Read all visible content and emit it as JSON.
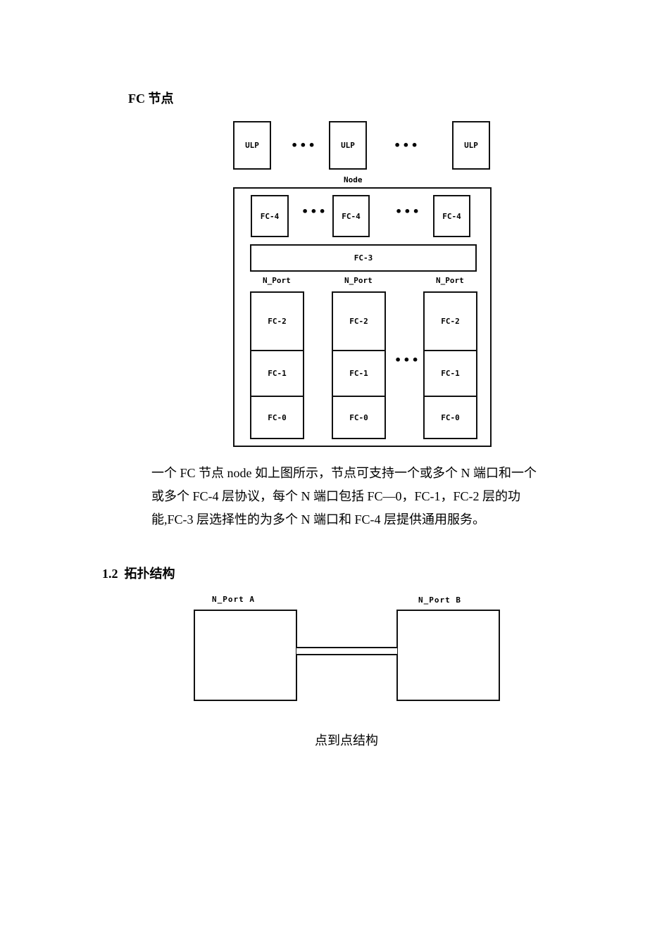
{
  "section_fc_node": {
    "heading": "FC 节点",
    "diagram": {
      "ulp_boxes": [
        "ULP",
        "ULP",
        "ULP"
      ],
      "ellipsis": "•••",
      "node_label": "Node",
      "fc4_boxes": [
        "FC-4",
        "FC-4",
        "FC-4"
      ],
      "fc3_label": "FC-3",
      "n_port_labels": [
        "N_Port",
        "N_Port",
        "N_Port"
      ],
      "port_stacks": [
        {
          "fc2": "FC-2",
          "fc1": "FC-1",
          "fc0": "FC-0"
        },
        {
          "fc2": "FC-2",
          "fc1": "FC-1",
          "fc0": "FC-0"
        },
        {
          "fc2": "FC-2",
          "fc1": "FC-1",
          "fc0": "FC-0"
        }
      ]
    },
    "paragraph_lines": [
      "一个 FC 节点 node 如上图所示，节点可支持一个或多个 N 端口和一个",
      "或多个 FC-4 层协议，每个 N 端口包括 FC—0，FC-1，FC-2 层的功",
      "能,FC-3 层选择性的为多个 N 端口和 FC-4 层提供通用服务。"
    ]
  },
  "section_topology": {
    "heading": "1.2  拓扑结构",
    "diagram": {
      "port_a_label": "N_Port A",
      "port_b_label": "N_Port B"
    },
    "caption": "点到点结构"
  }
}
